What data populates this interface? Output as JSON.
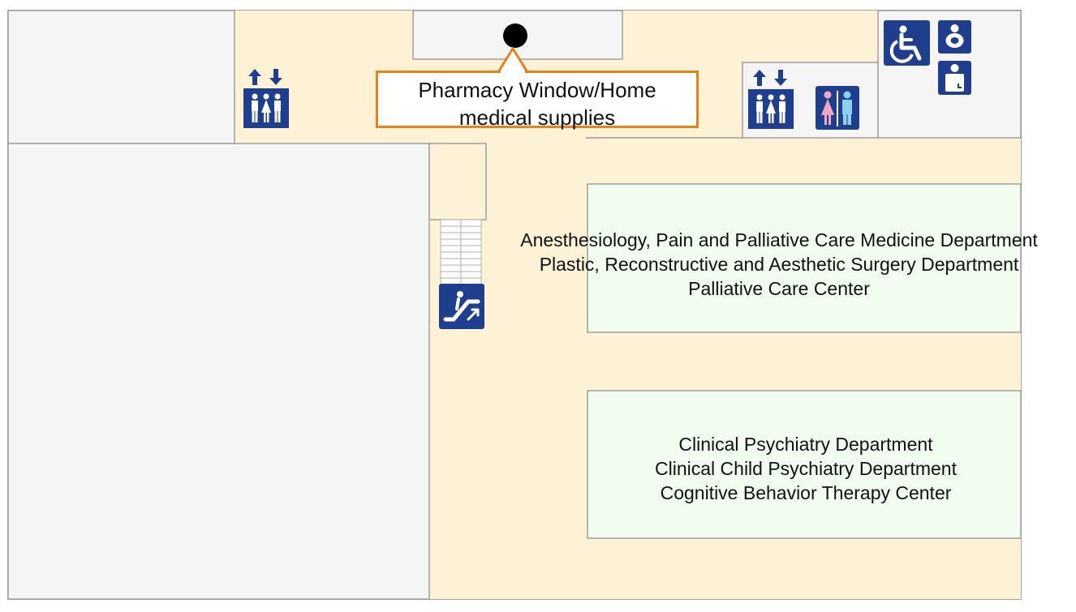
{
  "colors": {
    "corridor": "#fdf2d6",
    "room_grey": "#f5f5f5",
    "department_green": "#f0fdef",
    "wall": "#8a8a8a",
    "callout_border": "#e4821e",
    "sign_blue": "#1f3f8e",
    "female_pink": "#f4a7c0",
    "male_blue": "#8fd0f0"
  },
  "callout": {
    "line1": "Pharmacy Window/Home",
    "line2": "medical supplies"
  },
  "departments": [
    {
      "lines": [
        "Anesthesiology, Pain and Palliative Care Medicine Department",
        "Plastic, Reconstructive and Aesthetic Surgery Department",
        "Palliative Care Center"
      ]
    },
    {
      "lines": [
        "Clinical Psychiatry Department",
        "Clinical Child Psychiatry Department",
        "Cognitive Behavior Therapy Center"
      ]
    }
  ],
  "icons": [
    "elevator-icon",
    "elevator-icon",
    "restroom-icon",
    "wheelchair-icon",
    "baby-care-icon",
    "ostomate-icon",
    "escalator-icon"
  ]
}
